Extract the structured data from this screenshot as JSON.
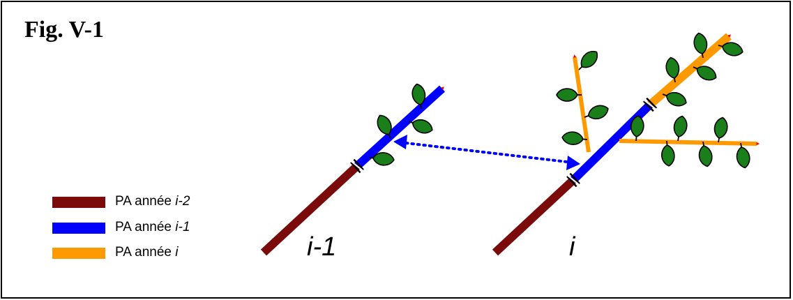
{
  "figure": {
    "title": "Fig. V-1"
  },
  "legend": [
    {
      "prefix": "PA année ",
      "year": "i-2",
      "color": "#7b0a0a"
    },
    {
      "prefix": "PA année ",
      "year": "i-1",
      "color": "#0000ff"
    },
    {
      "prefix": "PA année ",
      "year": "i",
      "color": "#ff9900"
    }
  ],
  "branches": {
    "left": {
      "label": "i-1"
    },
    "right": {
      "label": "i"
    }
  },
  "colors": {
    "leaf": "#1a7f1a",
    "arrow_tip": "#ff0000",
    "link_arrow": "#0000ff"
  }
}
